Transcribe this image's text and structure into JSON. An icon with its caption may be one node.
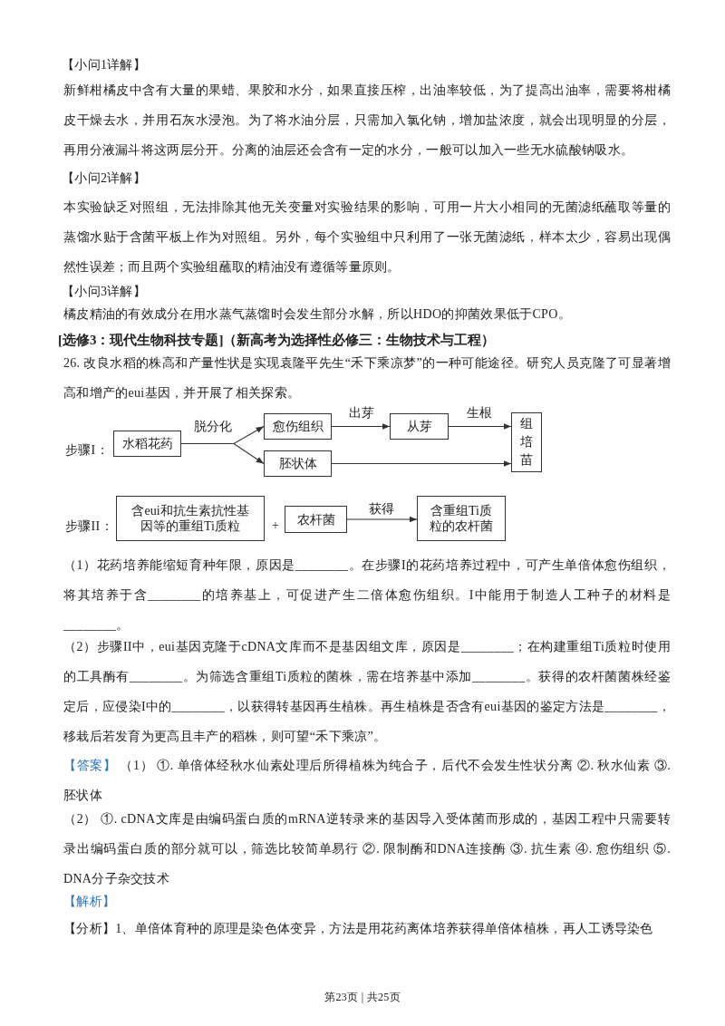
{
  "diagram": {
    "nodes": [
      {
        "text": [
          "水稻花药"
        ]
      },
      {
        "text": [
          "愈伤组织"
        ]
      },
      {
        "text": [
          "胚状体"
        ]
      },
      {
        "text": [
          "从芽"
        ]
      },
      {
        "text": [
          "组培苗"
        ]
      },
      {
        "text": [
          "含eui和抗生素抗性基因等的重组Ti质粒"
        ]
      },
      {
        "text": [
          "农杆菌"
        ]
      },
      {
        "text": [
          "含重组Ti质粒的农杆菌"
        ]
      }
    ],
    "edges": [
      {
        "from": 0,
        "to": 1,
        "arrow": "to",
        "label": "脱分化"
      },
      {
        "from": 0,
        "to": 2,
        "arrow": "to"
      },
      {
        "from": 1,
        "to": 3,
        "arrow": "to",
        "label": "出芽"
      },
      {
        "from": 3,
        "to": 4,
        "arrow": "to",
        "label": "生根"
      },
      {
        "from": 2,
        "to": 4,
        "arrow": "to"
      },
      {
        "from": 6,
        "to": 7,
        "arrow": "to",
        "label": "获得"
      }
    ],
    "labels": [
      "【小问1详解】",
      "新鲜柑橘皮中含有大量的果蜡、果胶和水分，如果直接压榨，出油率较低，为了提高出油率，需要将柑橘皮干燥去水，并用石灰水浸泡。为了将水油分层，只需加入氯化钠，增加盐浓度，就会出现明显的分层，再用分液漏斗将这两层分开。分离的油层还会含有一定的水分，一般可以加入一些无水硫酸钠吸水。",
      "【小问2详解】",
      "本实验缺乏对照组，无法排除其他无关变量对实验结果的影响，可用一片大小相同的无菌滤纸蘸取等量的蒸馏水贴于含菌平板上作为对照组。另外，每个实验组中只利用了一张无菌滤纸，样本太少，容易出现偶然性误差；而且两个实验组蘸取的精油没有遵循等量原则。",
      "【小问3详解】",
      "橘皮精油的有效成分在用水蒸气蒸馏时会发生部分水解，所以HDO的抑菌效果低于CPO。",
      "[选修3：现代生物科技专题]（新高考为选择性必修三：生物技术与工程）",
      "26. 改良水稻的株高和产量性状是实现袁隆平先生“禾下乘凉梦”的一种可能途径。研究人员克隆了可显著增高和增产的eui基因，并开展了相关探索。",
      "步骤I：",
      "步骤II：",
      "+",
      "（1）花药培养能缩短育种年限，原因是________。在步骤I的花药培养过程中，可产生单倍体愈伤组织，将其培养于含________的培养基上，可促进产生二倍体愈伤组织。I中能用于制造人工种子的材料是________。",
      "（2）步骤II中，eui基因克隆于cDNA文库而不是基因组文库，原因是________；在构建重组Ti质粒时使用的工具酶有________。为筛选含重组Ti质粒的菌株，需在培养基中添加________。获得的农杆菌菌株经鉴定后，应侵染I中的________，以获得转基因再生植株。再生植株是否含有eui基因的鉴定方法是________，移栽后若发育为更高且丰产的稻株，则可望“禾下乘凉”。",
      "【答案】",
      "（1） ①. 单倍体经秋水仙素处理后所得植株为纯合子，后代不会发生性状分离 ②. 秋水仙素 ③. 胚状体",
      "（2） ①. cDNA文库是由编码蛋白质的mRNA逆转录来的基因导入受体菌而形成的，基因工程中只需要转录出编码蛋白质的部分就可以，筛选比较简单易行 ②. 限制酶和DNA连接酶 ③. 抗生素 ④. 愈伤组织 ⑤. DNA分子杂交技术",
      "【解析】",
      "【分析】1、单倍体育种的原理是染色体变异，方法是用花药离体培养获得单倍体植株，再人工诱导染色",
      "第23页 | 共25页"
    ]
  }
}
